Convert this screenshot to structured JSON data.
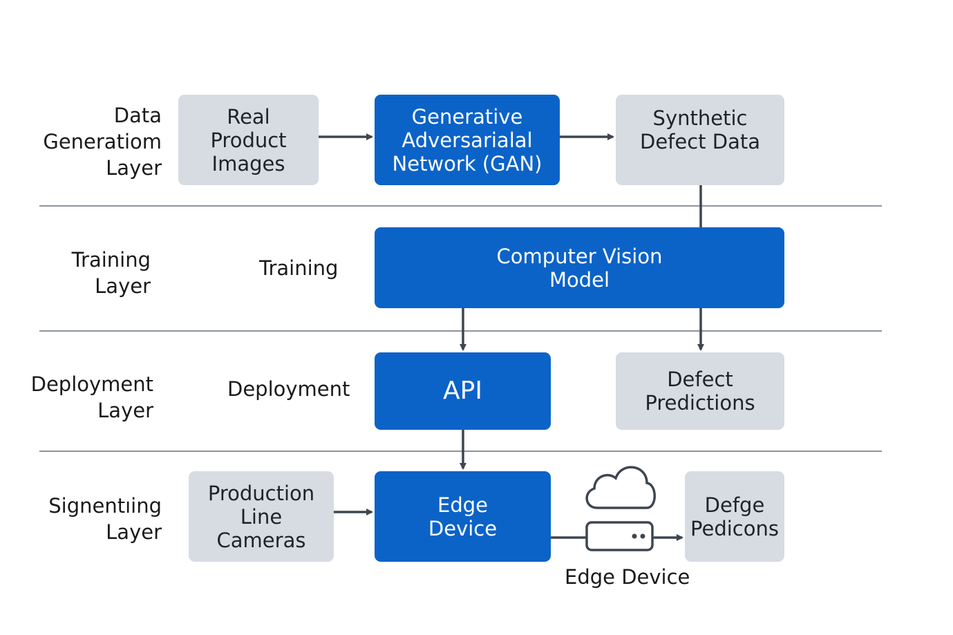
{
  "layers": [
    {
      "label": "Data\nGeneratiom\nLayer"
    },
    {
      "label": "Training\nLayer"
    },
    {
      "label": "Deployment\nLayer"
    },
    {
      "label": "Signentıing\nLayer"
    }
  ],
  "stage_labels": {
    "training": "Training",
    "deployment": "Deployment"
  },
  "boxes": {
    "real_product_images": "Real\nProduct\nImages",
    "gan": "Generative\nAdversarialal\nNetwork (GAN)",
    "synthetic_defect_data": "Synthetic\nDefect Data",
    "computer_vision_model": "Computer Vision\nModel",
    "api": "API",
    "defect_predictions": "Defect\nPredictions",
    "production_line_cameras": "Production\nLine\nCameras",
    "edge_device": "Edge\nDevice",
    "defge_pedicons": "Defge\nPedicons"
  },
  "captions": {
    "edge_device": "Edge Device"
  },
  "icons": [
    "cloud-icon",
    "server-icon"
  ],
  "colors": {
    "blue_box": "#0b63c8",
    "gray_box": "#d6dce1",
    "arrow": "#3d4650",
    "divider": "#8c949c"
  }
}
